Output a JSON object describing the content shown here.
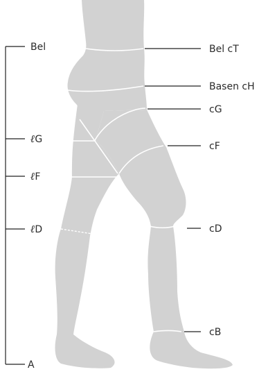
{
  "measurements_right": [
    {
      "id": "bel-ct",
      "label": "Bel cT"
    },
    {
      "id": "basen-ch",
      "label": "Basen cH"
    },
    {
      "id": "cg",
      "label": "cG"
    },
    {
      "id": "cf",
      "label": "cF"
    },
    {
      "id": "cd",
      "label": "cD"
    },
    {
      "id": "cb",
      "label": "cB"
    }
  ],
  "measurements_left": [
    {
      "id": "bel",
      "label": "Bel"
    },
    {
      "id": "lg",
      "symbol": "ℓ",
      "letter": "G"
    },
    {
      "id": "lf",
      "symbol": "ℓ",
      "letter": "F"
    },
    {
      "id": "ld",
      "symbol": "ℓ",
      "letter": "D"
    },
    {
      "id": "a",
      "label": "A"
    }
  ],
  "colors": {
    "body": "#d2d2d2",
    "measure_lines": "#ffffff",
    "leader_lines": "#222222",
    "text": "#2a2a2a"
  }
}
